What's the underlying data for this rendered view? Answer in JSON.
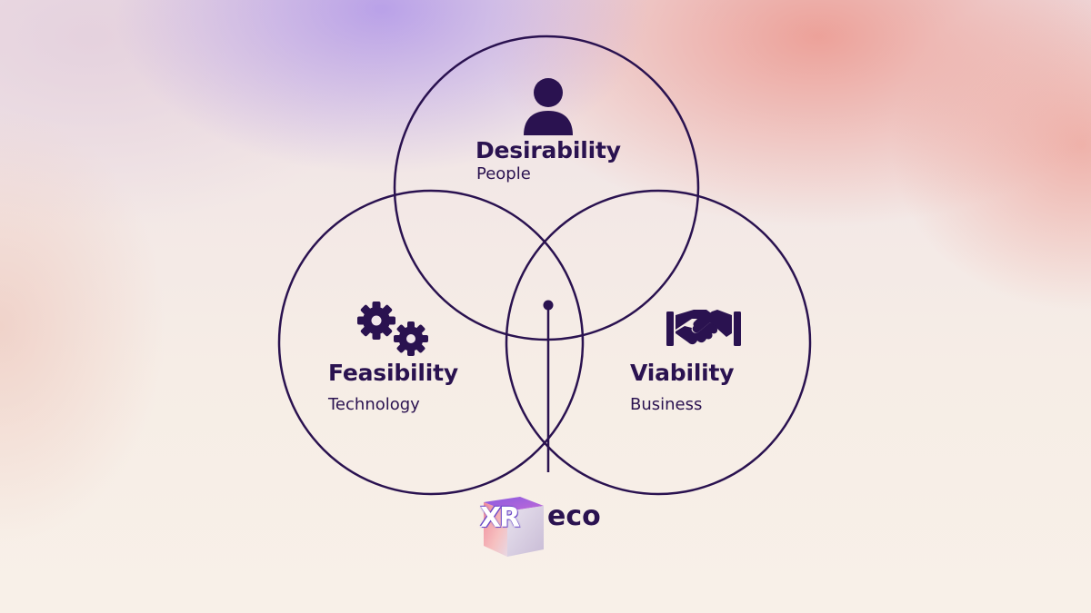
{
  "diagram": {
    "circles": [
      {
        "id": "desirability",
        "title": "Desirability",
        "subtitle": "People",
        "icon": "person-icon"
      },
      {
        "id": "feasibility",
        "title": "Feasibility",
        "subtitle": "Technology",
        "icon": "gears-icon"
      },
      {
        "id": "viability",
        "title": "Viability",
        "subtitle": "Business",
        "icon": "handshake-icon"
      }
    ],
    "line_color": "#2a1250"
  },
  "logo": {
    "xr": "XR",
    "eco": "eco"
  }
}
